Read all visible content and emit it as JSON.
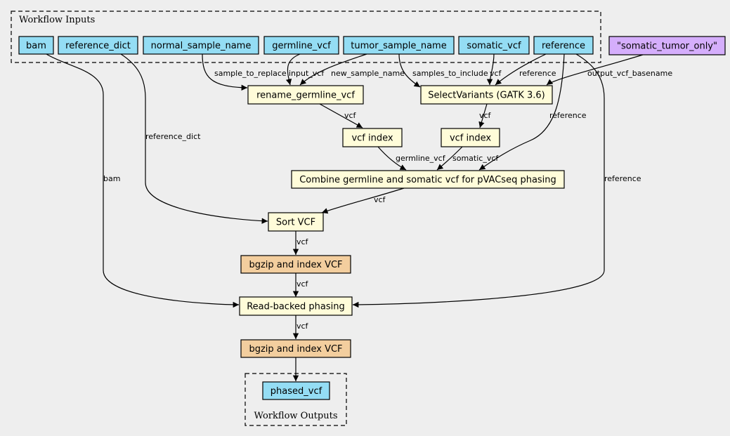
{
  "clusters": {
    "inputs_label": "Workflow Inputs",
    "outputs_label": "Workflow Outputs"
  },
  "colors": {
    "input": "#94ddf4",
    "step": "#fffcd9",
    "subworkflow": "#f3ce9e",
    "constant": "#d5aefc",
    "background": "#eeeeee"
  },
  "nodes": {
    "bam": "bam",
    "reference_dict": "reference_dict",
    "normal_sample_name": "normal_sample_name",
    "germline_vcf": "germline_vcf",
    "tumor_sample_name": "tumor_sample_name",
    "somatic_vcf": "somatic_vcf",
    "reference": "reference",
    "constant": "\"somatic_tumor_only\"",
    "rename": "rename_germline_vcf",
    "select": "SelectVariants (GATK 3.6)",
    "index1": "vcf index",
    "index2": "vcf index",
    "combine": "Combine germline and somatic vcf for pVACseq phasing",
    "sort": "Sort VCF",
    "bgzip1": "bgzip and index VCF",
    "phasing": "Read-backed phasing",
    "bgzip2": "bgzip and index VCF",
    "output": "phased_vcf"
  },
  "edge_labels": {
    "sample_to_replace": "sample_to_replace",
    "input_vcf": "input_vcf",
    "new_sample_name": "new_sample_name",
    "samples_to_include": "samples_to_include",
    "vcf_somatic": "vcf",
    "reference_select": "reference",
    "output_vcf_basename": "output_vcf_basename",
    "vcf_rename_index": "vcf",
    "vcf_select_index": "vcf",
    "reference_dict": "reference_dict",
    "reference_combine": "reference",
    "bam": "bam",
    "reference_phasing": "reference",
    "germline_vcf": "germline_vcf",
    "somatic_vcf": "somatic_vcf",
    "vcf_combine_sort": "vcf",
    "vcf_sort_bgzip": "vcf",
    "vcf_bgzip_phasing": "vcf",
    "vcf_phasing_bgzip": "vcf"
  }
}
